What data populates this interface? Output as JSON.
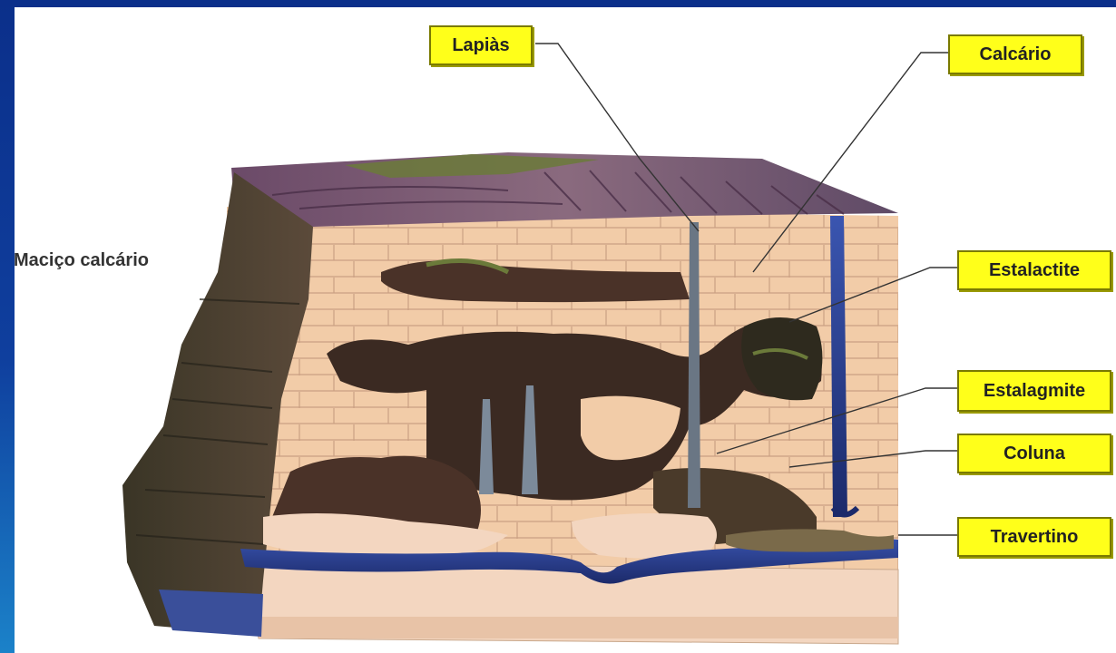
{
  "diagram": {
    "labels": {
      "macico": "Maciço calcário",
      "lapias": "Lapiàs",
      "calcario": "Calcário",
      "estalactite": "Estalactite",
      "estalagmite": "Estalagmite",
      "coluna": "Coluna",
      "travertino": "Travertino"
    },
    "colors": {
      "background": "#0f3f9e",
      "panel": "#ffffff",
      "label_fill": "#ffff1a",
      "rock": "#f0c9a6",
      "cave": "#3b2a22",
      "water": "#2a3f8c"
    }
  }
}
